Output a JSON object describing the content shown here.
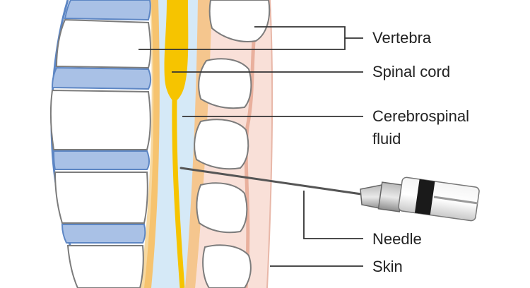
{
  "labels": {
    "vertebra": "Vertebra",
    "spinal_cord": "Spinal cord",
    "csf_line1": "Cerebrospinal",
    "csf_line2": "fluid",
    "needle": "Needle",
    "skin": "Skin"
  },
  "colors": {
    "background": "#ffffff",
    "disc": "#a9c1e6",
    "disc_outline": "#5d86c4",
    "bone_fill": "#ffffff",
    "bone_outline": "#7c7c7c",
    "cord": "#f6c400",
    "dura": "#f7d9a1",
    "csf": "#d5e9f7",
    "skin": "#f9e0d8",
    "skin_line": "#e3a08a",
    "leader": "#333333",
    "needle": "#555555"
  }
}
